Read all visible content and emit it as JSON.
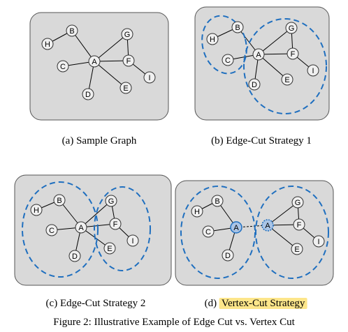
{
  "figure_caption": "Figure 2: Illustrative Example of Edge Cut vs. Vertex Cut",
  "panels": [
    {
      "id": "a",
      "tag": "(a)",
      "title": "Sample Graph"
    },
    {
      "id": "b",
      "tag": "(b)",
      "title": "Edge-Cut Strategy 1"
    },
    {
      "id": "c",
      "tag": "(c)",
      "title": "Edge-Cut Strategy 2"
    },
    {
      "id": "d",
      "tag": "(d)",
      "title": "Vertex-Cut Strategy"
    }
  ],
  "graph": {
    "nodes": [
      "A",
      "B",
      "C",
      "D",
      "E",
      "F",
      "G",
      "H",
      "I"
    ],
    "edges": [
      [
        "H",
        "B"
      ],
      [
        "B",
        "A"
      ],
      [
        "C",
        "A"
      ],
      [
        "D",
        "A"
      ],
      [
        "A",
        "E"
      ],
      [
        "A",
        "F"
      ],
      [
        "A",
        "G"
      ],
      [
        "G",
        "F"
      ],
      [
        "F",
        "I"
      ]
    ]
  },
  "colors": {
    "panel_fill": "#d9d9d9",
    "node_fill": "#f0f0f0",
    "partition_stroke": "#1f6fbf",
    "cut_node_fill": "#a9c4e6",
    "highlight": "#fde68a"
  }
}
